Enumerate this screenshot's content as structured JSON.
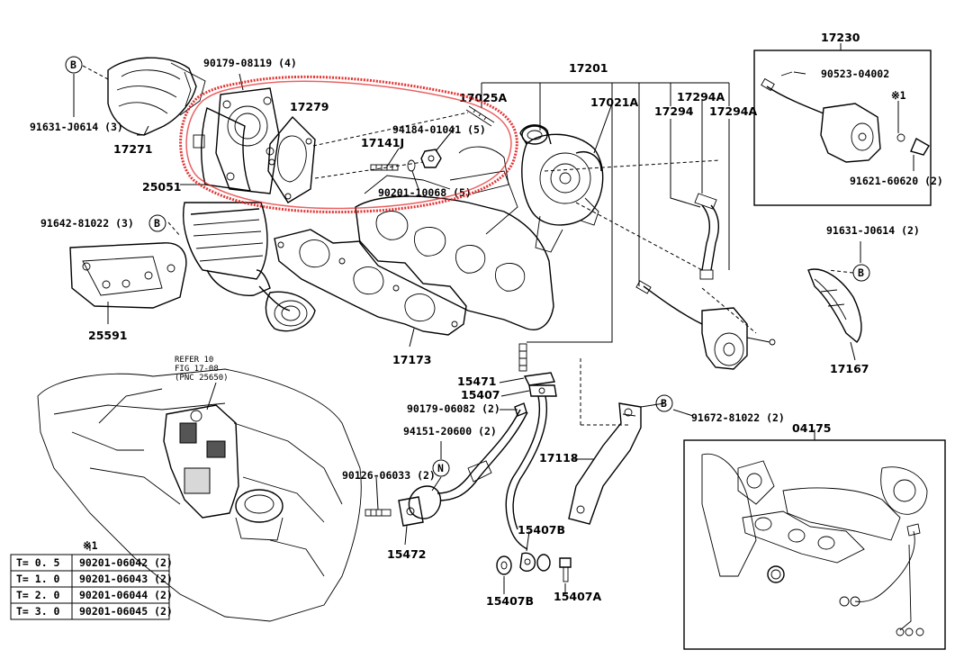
{
  "labels": {
    "p90179_08119": "90179-08119 (4)",
    "p91631_j0614_3": "91631-J0614 (3)",
    "p17271": "17271",
    "p25051": "25051",
    "p91642_81022": "91642-81022 (3)",
    "p25591": "25591",
    "p17279": "17279",
    "p17025a": "17025A",
    "p94184": "94184-01041 (5)",
    "p17141j": "17141J",
    "p90201_10068": "90201-10068 (5)",
    "p17201": "17201",
    "p17021a": "17021A",
    "p17294a_1": "17294A",
    "p17294": "17294",
    "p17294a_2": "17294A",
    "p17173": "17173",
    "p17230": "17230",
    "p90523": "90523-04002",
    "p_note1": "※1",
    "p91621": "91621-60620 (2)",
    "p91631_j0614_2": "91631-J0614 (2)",
    "p17167": "17167",
    "p15471": "15471",
    "p15407": "15407",
    "p90179_06082": "90179-06082 (2)",
    "p94151": "94151-20600 (2)",
    "p90126": "90126-06033 (2)",
    "p15472": "15472",
    "p17118": "17118",
    "p15407b_1": "15407B",
    "p15407b_2": "15407B",
    "p15407a": "15407A",
    "p91672": "91672-81022 (2)",
    "p04175": "04175",
    "refer": [
      "REFER 10",
      "FIG 17-08",
      "(PNC 25650)"
    ],
    "circle_b": "B",
    "circle_n": "N"
  },
  "shim_table": {
    "title": "※1",
    "rows": [
      {
        "t": "T= 0. 5",
        "part": "90201-06042 (2)"
      },
      {
        "t": "T= 1. 0",
        "part": "90201-06043 (2)"
      },
      {
        "t": "T= 2. 0",
        "part": "90201-06044 (2)"
      },
      {
        "t": "T= 3. 0",
        "part": "90201-06045 (2)"
      }
    ]
  },
  "colors": {
    "highlight": "#e02020",
    "line": "#000000"
  }
}
